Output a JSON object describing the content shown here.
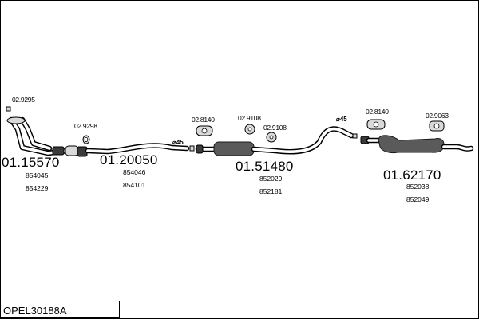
{
  "drawing_code": "OPEL30188A",
  "sections": [
    {
      "main": "01.15570",
      "oe": [
        "854045",
        "854229"
      ]
    },
    {
      "main": "01.20050",
      "oe": [
        "854046",
        "854101"
      ]
    },
    {
      "main": "01.51480",
      "oe": [
        "852029",
        "852181"
      ]
    },
    {
      "main": "01.62170",
      "oe": [
        "852038",
        "852049"
      ]
    }
  ],
  "accessories": [
    "02.9295",
    "02.9298",
    "02.8140",
    "02.9108",
    "02.9108",
    "02.8140",
    "02.9063"
  ],
  "diameters": [
    "⌀45",
    "⌀45"
  ]
}
